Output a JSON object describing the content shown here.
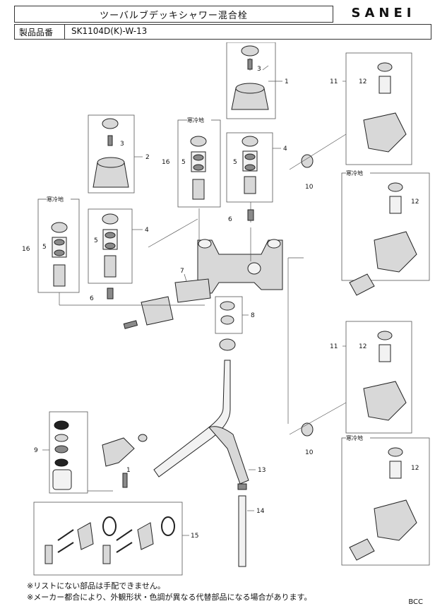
{
  "header": {
    "title": "ツーバルブデッキシャワー混合栓",
    "brand": "SANEI",
    "model_label": "製品品番",
    "model_value": "SK1104D(K)-W-13"
  },
  "diagram": {
    "labels": {
      "p1": "1",
      "p2": "2",
      "p3a": "3",
      "p3b": "3",
      "p4a": "4",
      "p4b": "4",
      "p5a": "5",
      "p5b": "5",
      "p5c": "5",
      "p5d": "5",
      "p6a": "6",
      "p6b": "6",
      "p7": "7",
      "p8": "8",
      "p9": "9",
      "p10a": "10",
      "p10b": "10",
      "p11a": "11",
      "p11b": "11",
      "p12a": "12",
      "p12b": "12",
      "p12c": "12",
      "p12d": "12",
      "p13": "13",
      "p14": "14",
      "p15": "15",
      "p16a": "16",
      "p16b": "16"
    },
    "cold_region": "寒冷地"
  },
  "notes": [
    "※リストにない部品は手配できません。",
    "※メーカー都合により、外観形状・色調が異なる代替部品になる場合があります。"
  ],
  "code": "BCC"
}
